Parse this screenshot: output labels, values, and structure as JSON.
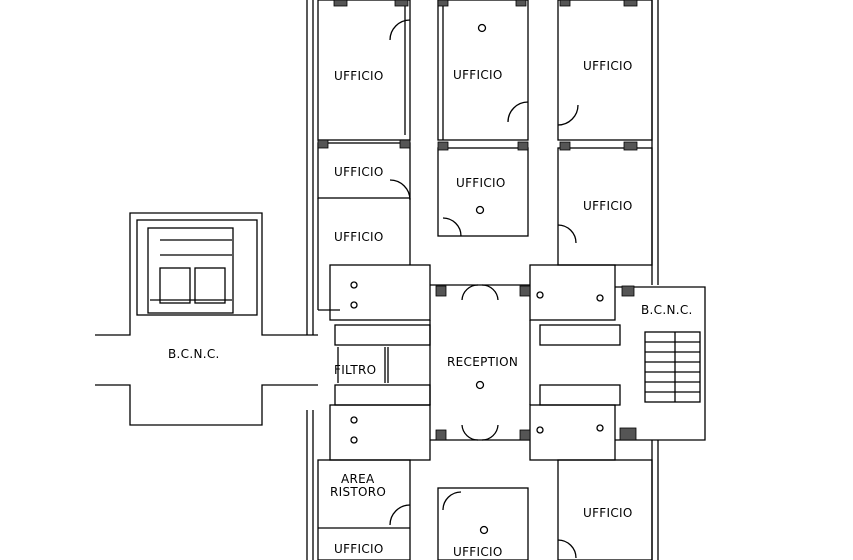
{
  "rooms": {
    "office": "UFFICIO",
    "reception": "RECEPTION",
    "filter": "FILTRO",
    "bcnc": "B.C.N.C.",
    "refreshment_line1": "AREA",
    "refreshment_line2": "RISTORO"
  },
  "colors": {
    "wall": "#000000",
    "background": "#ffffff",
    "column_fill": "#555555"
  }
}
